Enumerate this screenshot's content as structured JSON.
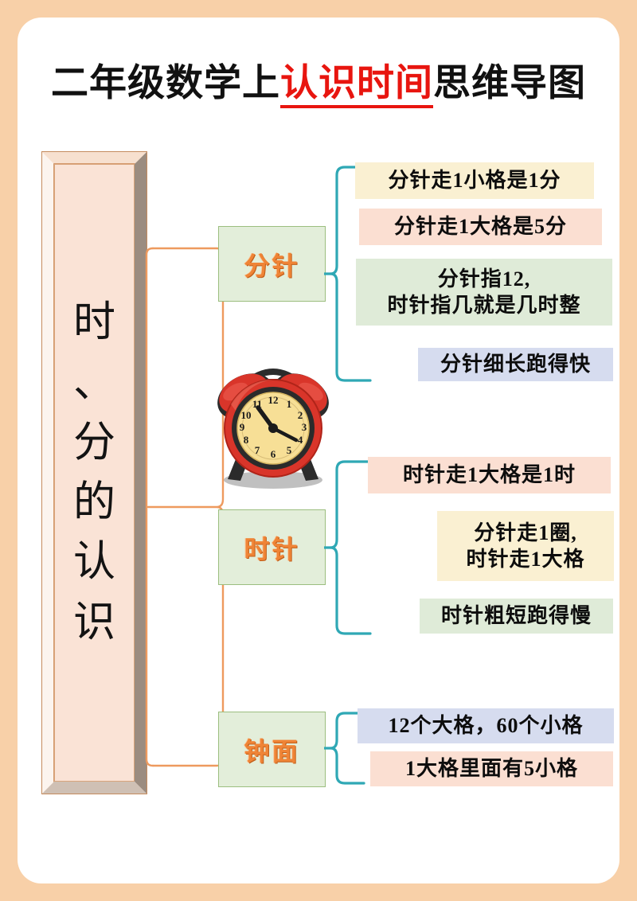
{
  "page": {
    "border_color": "#F8D0A8",
    "card_color": "#FFFFFF"
  },
  "title": {
    "before": "二年级数学上",
    "highlight": "认识时间",
    "after": "思维导图",
    "highlight_color": "#E8150F"
  },
  "root": {
    "characters": [
      "时",
      "、",
      "分",
      "的",
      "认",
      "识"
    ],
    "full_text": "时、分的认识"
  },
  "branches": [
    {
      "label": "分针",
      "leaves": [
        {
          "lines": [
            "分针走1小格是1分"
          ],
          "bg": "#FAF0D2"
        },
        {
          "lines": [
            "分针走1大格是5分"
          ],
          "bg": "#FBDFD2"
        },
        {
          "lines": [
            "分针指12,",
            "时针指几就是几时整"
          ],
          "bg": "#DFEBD8"
        },
        {
          "lines": [
            "分针细长跑得快"
          ],
          "bg": "#D6DCEF"
        }
      ]
    },
    {
      "label": "时针",
      "leaves": [
        {
          "lines": [
            "时针走1大格是1时"
          ],
          "bg": "#FBDFD2"
        },
        {
          "lines": [
            "分针走1圈,",
            "时针走1大格"
          ],
          "bg": "#FAF0D2"
        },
        {
          "lines": [
            "时针粗短跑得慢"
          ],
          "bg": "#DFEBD8"
        }
      ]
    },
    {
      "label": "钟面",
      "leaves": [
        {
          "lines": [
            "12个大格，60个小格"
          ],
          "bg": "#D6DCEF"
        },
        {
          "lines": [
            "1大格里面有5小格"
          ],
          "bg": "#FBDFD2"
        }
      ]
    }
  ],
  "clock": {
    "name": "alarm-clock-illustration",
    "body_color": "#D9352A",
    "rim_color": "#2B2B2B",
    "face_color": "#F7DF96",
    "numbers": [
      "12",
      "1",
      "2",
      "3",
      "4",
      "5",
      "6",
      "7",
      "8",
      "9",
      "10",
      "11"
    ],
    "hour_hand_points_to": "11",
    "minute_hand_points_to": "4"
  },
  "colors": {
    "root_connector": "#EE9A5E",
    "leaf_connector": "#2FA8B5",
    "branch_box_bg": "#E3EEDA",
    "branch_box_border": "#9CBE7F",
    "branch_text": "#EF8436"
  }
}
